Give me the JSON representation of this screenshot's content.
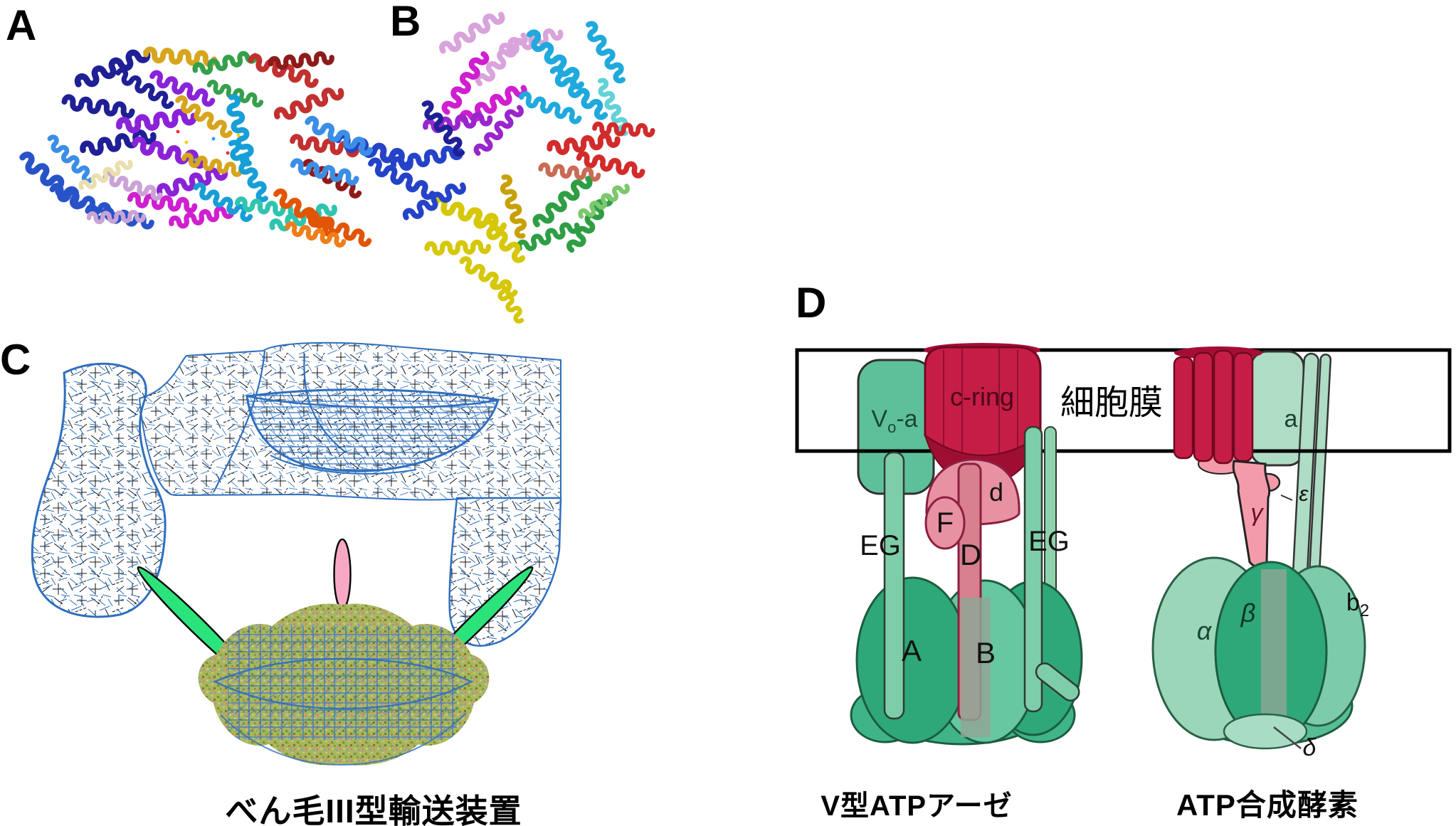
{
  "figure": {
    "panel_a": {
      "label": "A"
    },
    "panel_b": {
      "label": "B"
    },
    "panel_c": {
      "label": "C",
      "caption": "べん毛III型輸送装置"
    },
    "panel_d": {
      "label": "D",
      "membrane_label": "細胞膜",
      "v_atpase": {
        "caption": "V型ATPアーゼ",
        "labels": {
          "vo_a_v": "V",
          "vo_a_sub": "o",
          "vo_a_rest": "-a",
          "c_ring": "c-ring",
          "d_small": "d",
          "f": "F",
          "d_stalk": "D",
          "eg_left": "EG",
          "eg_right": "EG",
          "a_big": "A",
          "b_big": "B"
        }
      },
      "atp_synthase": {
        "caption": "ATP合成酵素",
        "labels": {
          "a_small": "a",
          "epsilon": "ε",
          "gamma": "γ",
          "alpha": "α",
          "beta": "β",
          "b2_main": "b",
          "b2_sub": "2",
          "delta": "δ"
        }
      }
    },
    "palette": {
      "mesh_blue": "#2E6FBE",
      "rod_green": "#2BE37B",
      "rod_pink": "#F7A8C4",
      "blob_olive": "#A9B55C",
      "machine_green": "#56BB96",
      "machine_green_light": "#AEDCC5",
      "machine_green_dark": "#2EA878",
      "c_ring_crimson": "#C61D47",
      "stalk_pink": "#E891A2",
      "membrane_border": "#000000",
      "ribbon_colors_a": [
        "#1F1F96",
        "#2853C8",
        "#3B8EE6",
        "#8A23D8",
        "#CF1FCF",
        "#C9A3D6",
        "#E9DFAE",
        "#D7A51D",
        "#35A04A",
        "#169FD6",
        "#2FC4AE",
        "#C23030",
        "#8E1A1A",
        "#E25504",
        "#F07D18"
      ],
      "ribbon_colors_b": [
        "#D9A3DC",
        "#CF1FCF",
        "#9926CC",
        "#1FA9DD",
        "#62D2D8",
        "#D22B2B",
        "#C96A55",
        "#2E9E44",
        "#7CC86C",
        "#D6C707",
        "#C8A005",
        "#2443C8",
        "#3B8EE6",
        "#1F1F96"
      ]
    }
  }
}
